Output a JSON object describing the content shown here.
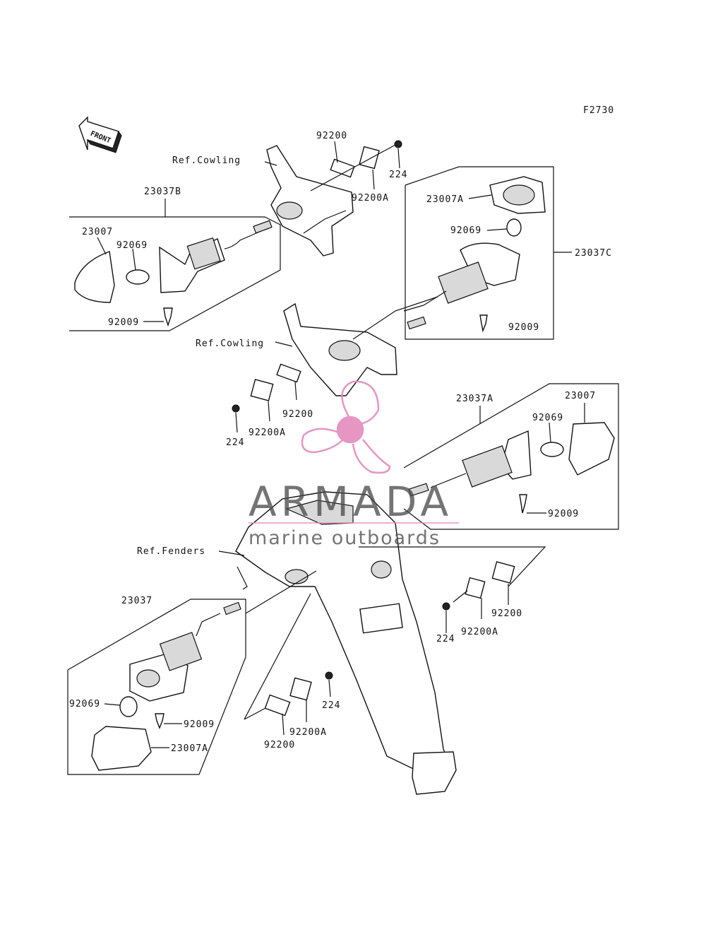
{
  "diagram_code": "F2730",
  "front_arrow": "FRONT",
  "references": {
    "cowling_top": "Ref.Cowling",
    "cowling_mid": "Ref.Cowling",
    "fenders": "Ref.Fenders"
  },
  "callouts": {
    "a23037B": "23037B",
    "a23007_l": "23007",
    "a92069_l": "92069",
    "a92009_l": "92009",
    "a92200_t": "92200",
    "a224_t": "224",
    "a92200A_t": "92200A",
    "a23007A_r": "23007A",
    "a92069_r": "92069",
    "a23037C": "23037C",
    "a92009_r": "92009",
    "a92200_m": "92200",
    "a92200A_m": "92200A",
    "a224_m": "224",
    "a23037A": "23037A",
    "a23007_r2": "23007",
    "a92069_r2": "92069",
    "a92009_r2": "92009",
    "a92200_br": "92200",
    "a92200A_br": "92200A",
    "a224_br": "224",
    "a23037": "23037",
    "a92069_bl": "92069",
    "a92009_bl": "92009",
    "a23007A_bl": "23007A",
    "a224_bc": "224",
    "a92200A_bc": "92200A",
    "a92200_bc": "92200"
  },
  "watermark": {
    "brand": "ARMADA",
    "tagline": "marine outboards",
    "color": "#e38bbd",
    "text_color": "#4a4a4a"
  }
}
